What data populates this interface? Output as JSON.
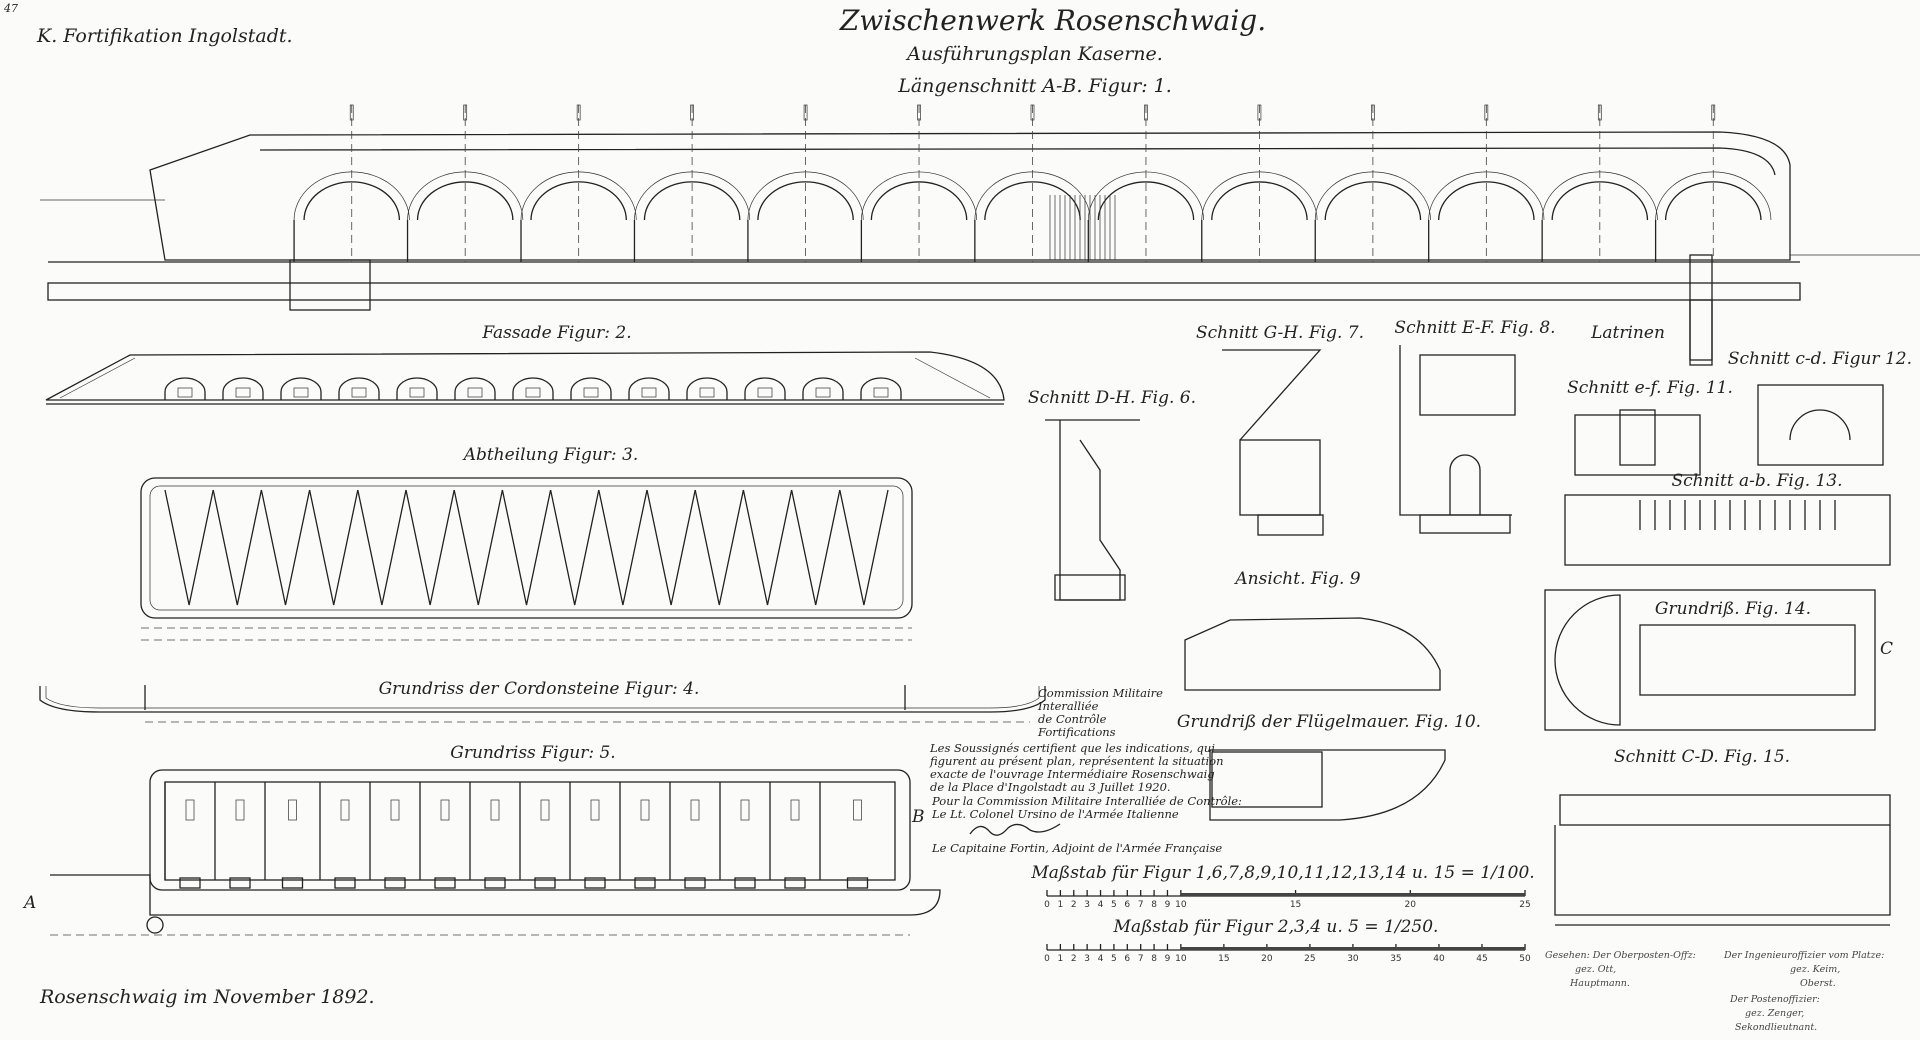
{
  "sheet": {
    "page_number": "47",
    "office": "K. Fortifikation Ingolstadt.",
    "title": "Zwischenwerk Rosenschwaig.",
    "subtitle": "Ausführungsplan Kaserne.",
    "place_date": "Rosenschwaig im November 1892."
  },
  "figures": {
    "fig1": "Längenschnitt A-B. Figur: 1.",
    "fig2": "Fassade Figur: 2.",
    "fig3": "Abtheilung Figur: 3.",
    "fig4": "Grundriss der Cordonsteine Figur: 4.",
    "fig5": "Grundriss Figur: 5.",
    "fig6": "Schnitt D-H. Fig. 6.",
    "fig7": "Schnitt G-H. Fig. 7.",
    "fig8": "Schnitt E-F. Fig. 8.",
    "fig9": "Ansicht. Fig. 9",
    "fig10": "Grundriß der Flügelmauer. Fig. 10.",
    "fig11": "Schnitt e-f. Fig. 11.",
    "fig12": "Schnitt c-d. Figur 12.",
    "fig13": "Schnitt a-b. Fig. 13.",
    "fig14": "Grundriß. Fig. 14.",
    "fig15": "Schnitt C-D. Fig. 15.",
    "latrinen": "Latrinen"
  },
  "markers": {
    "a": "A",
    "b": "B",
    "c": "C"
  },
  "stamp": [
    "Commission Militaire",
    "Interalliée",
    "de Contrôle",
    "Fortifications"
  ],
  "certification": [
    "Les Soussignés certifient que les indications, qui",
    "figurent au présent plan, représentent la situation",
    "exacte de l'ouvrage Intermédiaire Rosenschwaig",
    "de la Place d'Ingolstadt au 3 Juillet 1920.",
    "Pour la Commission Militaire Interalliée de Contrôle:",
    "Le Lt. Colonel Ursino de l'Armée Italienne",
    "Le Capitaine Fortin, Adjoint de l'Armée Française"
  ],
  "scales": [
    {
      "label": "Maßstab für Figur 1,6,7,8,9,10,11,12,13,14 u. 15 = 1/100.",
      "ticks": [
        "0",
        "1",
        "2",
        "3",
        "4",
        "5",
        "6",
        "7",
        "8",
        "9",
        "10",
        "15",
        "20",
        "25"
      ]
    },
    {
      "label": "Maßstab für Figur 2,3,4 u. 5 = 1/250.",
      "ticks": [
        "0",
        "1",
        "2",
        "3",
        "4",
        "5",
        "6",
        "7",
        "8",
        "9",
        "10",
        "15",
        "20",
        "25",
        "30",
        "35",
        "40",
        "45",
        "50"
      ]
    }
  ],
  "signatures": {
    "left": [
      "Gesehen: Der Oberposten-Offz:",
      "gez. Ott,",
      "Hauptmann."
    ],
    "right": [
      "Der Ingenieuroffizier vom Platze:",
      "gez. Keim,",
      "Oberst.",
      "Der Postenoffizier:",
      "gez. Zenger,",
      "Sekondlieutnant."
    ]
  },
  "colors": {
    "paper": "#fbfbfa",
    "ink": "#222222"
  }
}
